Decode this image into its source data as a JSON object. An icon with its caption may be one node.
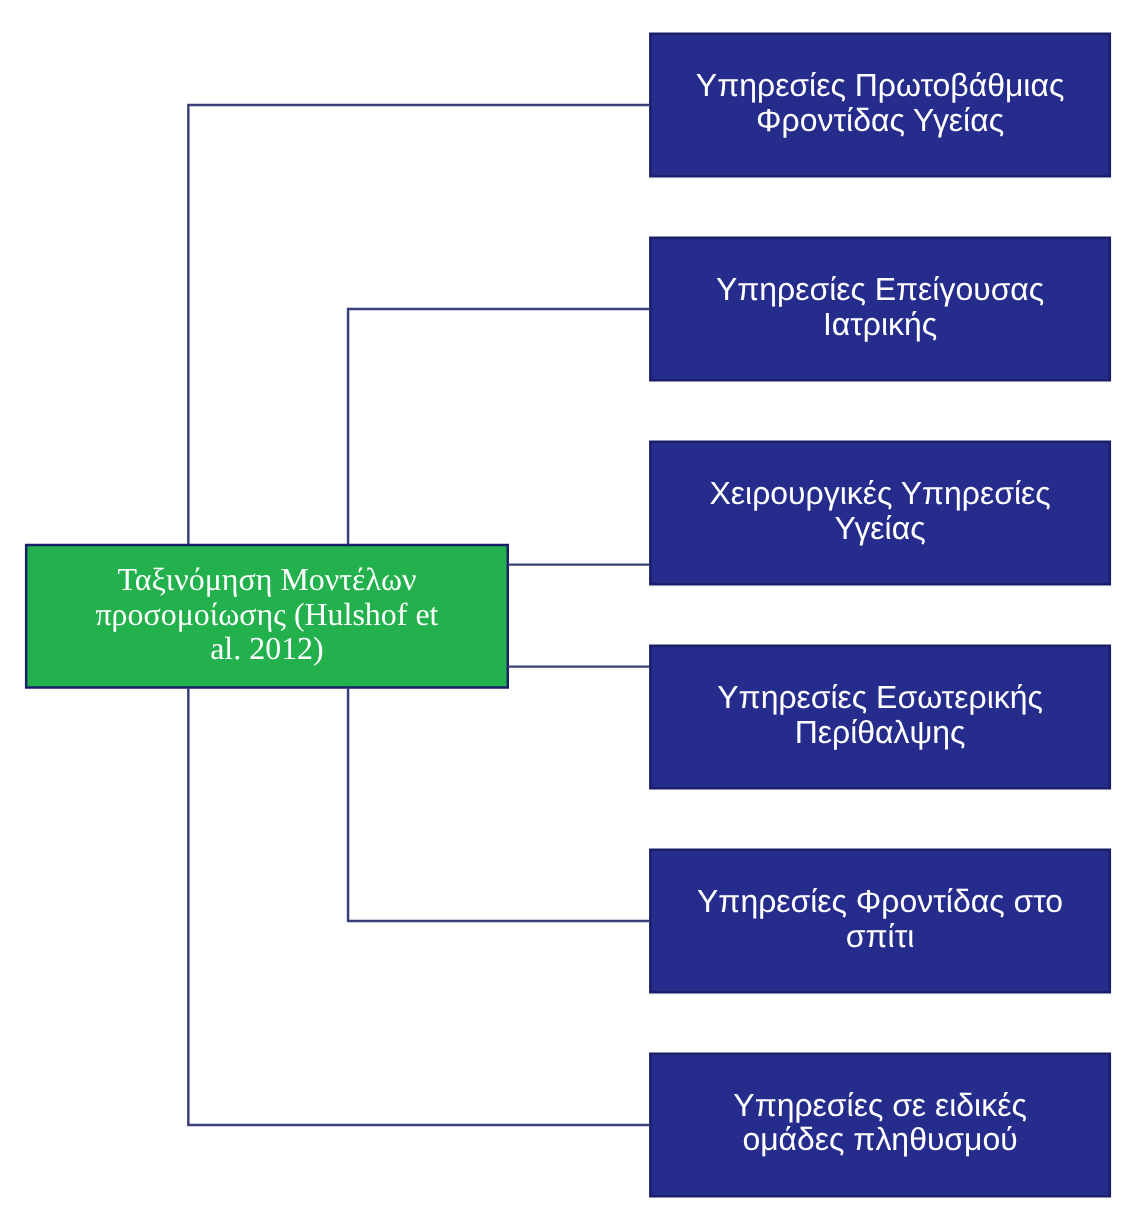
{
  "diagram": {
    "nodes": [
      {
        "text": [
          "Ταξινόμηση Μοντέλων προσομοίωσης (Hulshof et al. 2012)"
        ]
      },
      {
        "text": [
          "Υπηρεσίες Πρωτοβάθμιας Φροντίδας Υγείας"
        ]
      },
      {
        "text": [
          "Υπηρεσίες Επείγουσας Ιατρικής"
        ]
      },
      {
        "text": [
          "Χειρουργικές Υπηρεσίες Υγείας"
        ]
      },
      {
        "text": [
          "Υπηρεσίες Εσωτερικής Περίθαλψης"
        ]
      },
      {
        "text": [
          "Υπηρεσίες Φροντίδας στο σπίτι"
        ]
      },
      {
        "text": [
          "Υπηρεσίες σε ειδικές ομάδες πληθυσμού"
        ]
      }
    ],
    "edges": [
      {
        "from": 0,
        "to": 1,
        "arrow": "none"
      },
      {
        "from": 0,
        "to": 2,
        "arrow": "none"
      },
      {
        "from": 0,
        "to": 3,
        "arrow": "none"
      },
      {
        "from": 0,
        "to": 4,
        "arrow": "none"
      },
      {
        "from": 0,
        "to": 5,
        "arrow": "none"
      },
      {
        "from": 0,
        "to": 6,
        "arrow": "none"
      }
    ]
  }
}
